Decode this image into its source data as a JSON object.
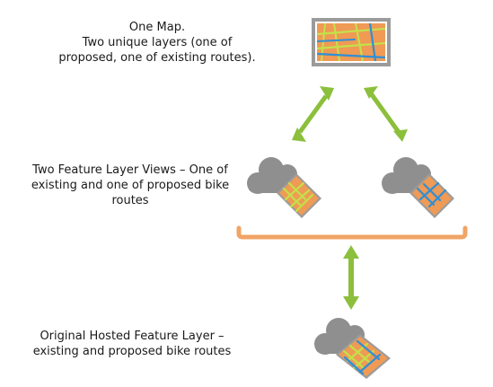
{
  "captions": {
    "map": {
      "line1": "One Map.",
      "line2": "Two unique layers (one of",
      "line3": "proposed, one of existing routes)."
    },
    "views": {
      "line1": "Two Feature Layer Views – One of",
      "line2": "existing and one of proposed bike",
      "line3": "routes"
    },
    "hosted": {
      "line1": "Original Hosted Feature Layer –",
      "line2": "existing and proposed bike routes"
    }
  },
  "icons": {
    "map": "map-icon",
    "view_existing": "feature-layer-view-existing-icon",
    "view_proposed": "feature-layer-view-proposed-icon",
    "hosted": "hosted-feature-layer-icon",
    "arrows": "double-headed-arrow-icon"
  },
  "colors": {
    "map_orange": "#ef9a55",
    "existing_route": "#c4e04a",
    "proposed_route": "#2f8fd6",
    "arrow_green": "#8cbf3c",
    "bracket_orange": "#f0a466",
    "cloud_gray": "#8f8f8f",
    "frame_gray": "#9b9b9b"
  }
}
